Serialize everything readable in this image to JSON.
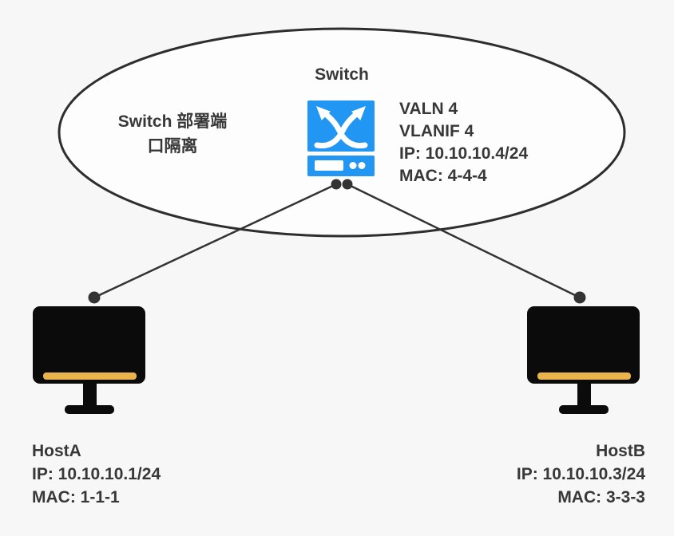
{
  "colors": {
    "bg": "#f7f7f7",
    "ink": "#383838",
    "line": "#333333",
    "ellipse_fill": "#fdfdfd",
    "ellipse_stroke": "#2e2e2e",
    "accent": "#2196f3",
    "monitor": "#0b0b0b",
    "bar": "#e9b44c",
    "icon_glyph": "#ffffff"
  },
  "ellipse": {
    "label": "Switch 部署端\n口隔离"
  },
  "switch": {
    "title": "Switch",
    "icon": "crossed-arrows-switch-icon",
    "info": [
      "VALN 4",
      "VLANIF 4",
      "IP: 10.10.10.4/24",
      "MAC: 4-4-4"
    ]
  },
  "hosts": [
    {
      "name": "HostA",
      "icon": "monitor-icon",
      "ip": "IP: 10.10.10.1/24",
      "mac": "MAC: 1-1-1"
    },
    {
      "name": "HostB",
      "icon": "monitor-icon",
      "ip": "IP: 10.10.10.3/24",
      "mac": "MAC: 3-3-3"
    }
  ]
}
